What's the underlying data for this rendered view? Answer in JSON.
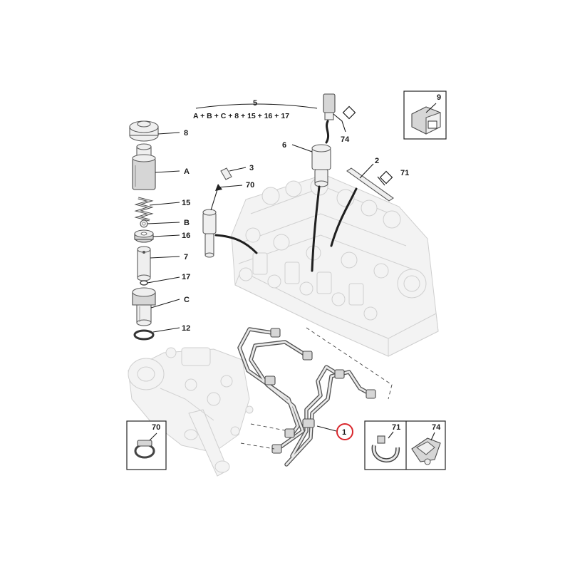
{
  "labels": {
    "l5": "5",
    "formula": "A + B + C + 8 + 15 + 16 + 17",
    "l8": "8",
    "lA": "A",
    "l15": "15",
    "lB": "B",
    "l16": "16",
    "l7": "7",
    "l17": "17",
    "lC": "C",
    "l12": "12",
    "l3": "3",
    "l70": "70",
    "l6": "6",
    "l74": "74",
    "l2": "2",
    "l71": "71",
    "l9": "9",
    "l1": "1",
    "inset70": "70",
    "inset71": "71",
    "inset74": "74"
  },
  "colors": {
    "callout_highlight": "#d9262c"
  }
}
